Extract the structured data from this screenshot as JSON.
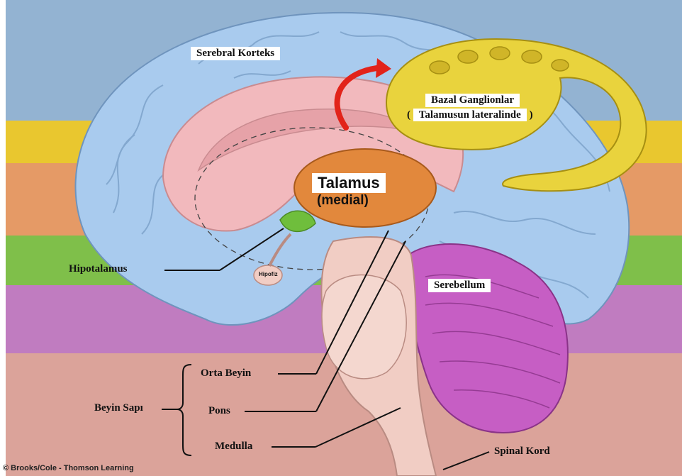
{
  "labels": {
    "serebral_korteks": "Serebral Korteks",
    "bazal_ganglionlar": "Bazal Ganglionlar",
    "bazal_sub_open": "(",
    "bazal_sub": "Talamusun lateralinde",
    "bazal_sub_close": ")",
    "talamus": "Talamus",
    "talamus_sub": "(medial)",
    "hipotalamus": "Hipotalamus",
    "hipofiz": "Hipofiz",
    "serebellum": "Serebellum",
    "orta_beyin": "Orta Beyin",
    "beyin_sapi": "Beyin Sapı",
    "pons": "Pons",
    "medulla": "Medulla",
    "spinal_kord": "Spinal Kord"
  },
  "credit": "© Brooks/Cole - Thomson Learning",
  "colors": {
    "band_blue": "#93b3d2",
    "band_yellow": "#e9c72f",
    "band_orange": "#e59a66",
    "band_green": "#7fbf4a",
    "band_purple": "#c07cc0",
    "band_pink": "#dba39a",
    "cortex": "#a9cbee",
    "limbic": "#f2b9bd",
    "thalamus": "#e2883c",
    "basal_ganglia": "#e9d33d",
    "cerebellum": "#c65ec4",
    "brainstem": "#f1cdc4",
    "arrow": "#e2231a"
  }
}
